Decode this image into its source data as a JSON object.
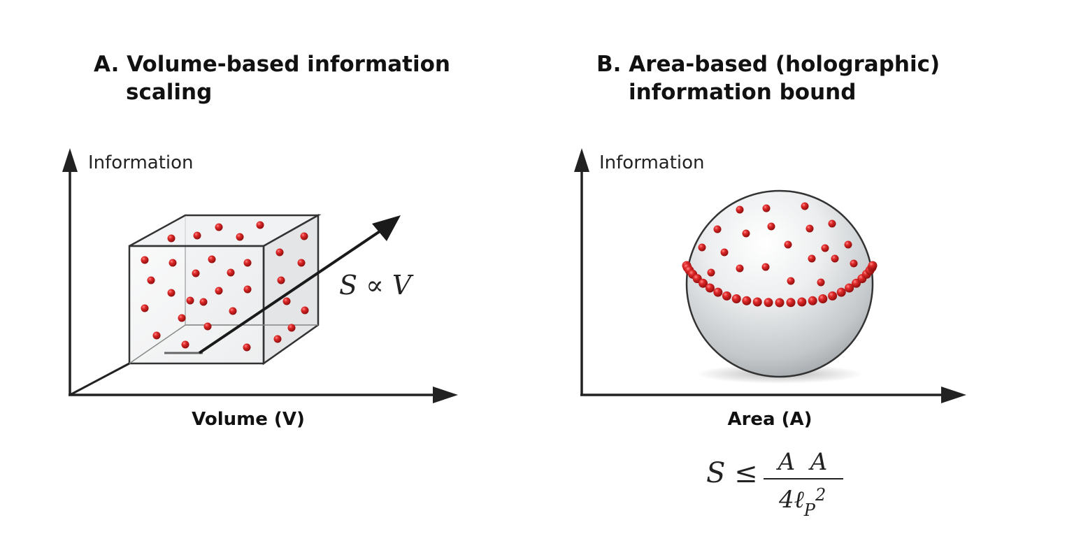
{
  "panel_a": {
    "title_line1": "A. Volume-based information",
    "title_line2": "scaling",
    "y_axis_label": "Information",
    "x_axis_label": "Volume (V)",
    "relation": "S ∝ V"
  },
  "panel_b": {
    "title_line1": "B. Area-based (holographic)",
    "title_line2": "information bound",
    "y_axis_label": "Information",
    "x_axis_label": "Area (A)",
    "formula": {
      "lhs": "S ≤",
      "numerator": "A  A",
      "denominator_base": "4ℓ",
      "denominator_sub": "P",
      "denominator_sup": "2"
    }
  },
  "colors": {
    "axis": "#222222",
    "dot": "#d21f1f",
    "cube_edge": "#333333",
    "sphere_light": "#f4f4f4",
    "sphere_dark": "#a9aeb2"
  }
}
